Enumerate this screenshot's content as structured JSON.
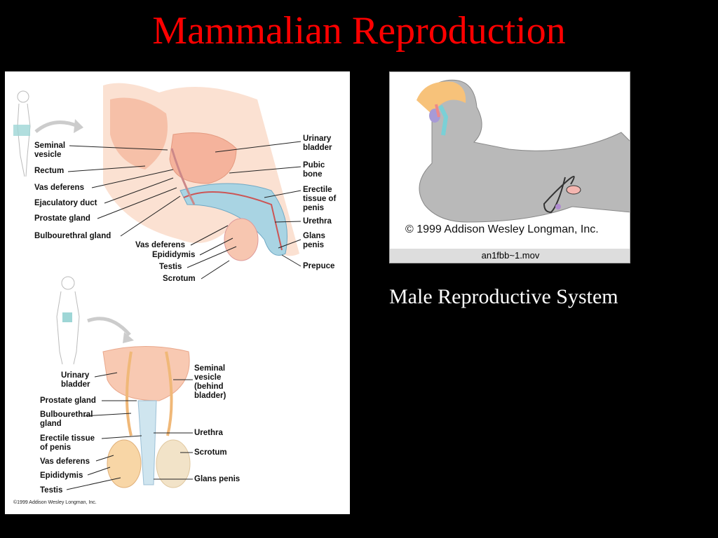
{
  "slide": {
    "title": "Mammalian Reproduction",
    "caption": "Male Reproductive System",
    "title_color": "#ff0000"
  },
  "diagram_top": {
    "labels": {
      "seminal_vesicle": "Seminal\nvesicle",
      "rectum": "Rectum",
      "vas_deferens_left": "Vas deferens",
      "ejaculatory_duct": "Ejaculatory duct",
      "prostate_gland": "Prostate gland",
      "bulbourethral_gland": "Bulbourethral gland",
      "urinary_bladder": "Urinary\nbladder",
      "pubic_bone": "Pubic\nbone",
      "erectile_tissue": "Erectile\ntissue of\npenis",
      "urethra": "Urethra",
      "glans_penis": "Glans\npenis",
      "prepuce": "Prepuce",
      "vas_deferens_bottom": "Vas deferens",
      "epididymis": "Epididymis",
      "testis": "Testis",
      "scrotum": "Scrotum"
    }
  },
  "diagram_bottom": {
    "labels": {
      "urinary_bladder": "Urinary\nbladder",
      "prostate_gland": "Prostate gland",
      "bulbourethral_gland": "Bulbourethral\ngland",
      "erectile_tissue": "Erectile tissue\nof penis",
      "vas_deferens": "Vas deferens",
      "epididymis": "Epididymis",
      "testis": "Testis",
      "seminal_vesicle": "Seminal\nvesicle\n(behind\n bladder)",
      "urethra": "Urethra",
      "scrotum": "Scrotum",
      "glans_penis": "Glans penis"
    },
    "copyright": "©1999 Addison Wesley Longman, Inc."
  },
  "video": {
    "copyright": "© 1999 Addison Wesley Longman, Inc.",
    "filename": "an1fbb~1.mov"
  }
}
